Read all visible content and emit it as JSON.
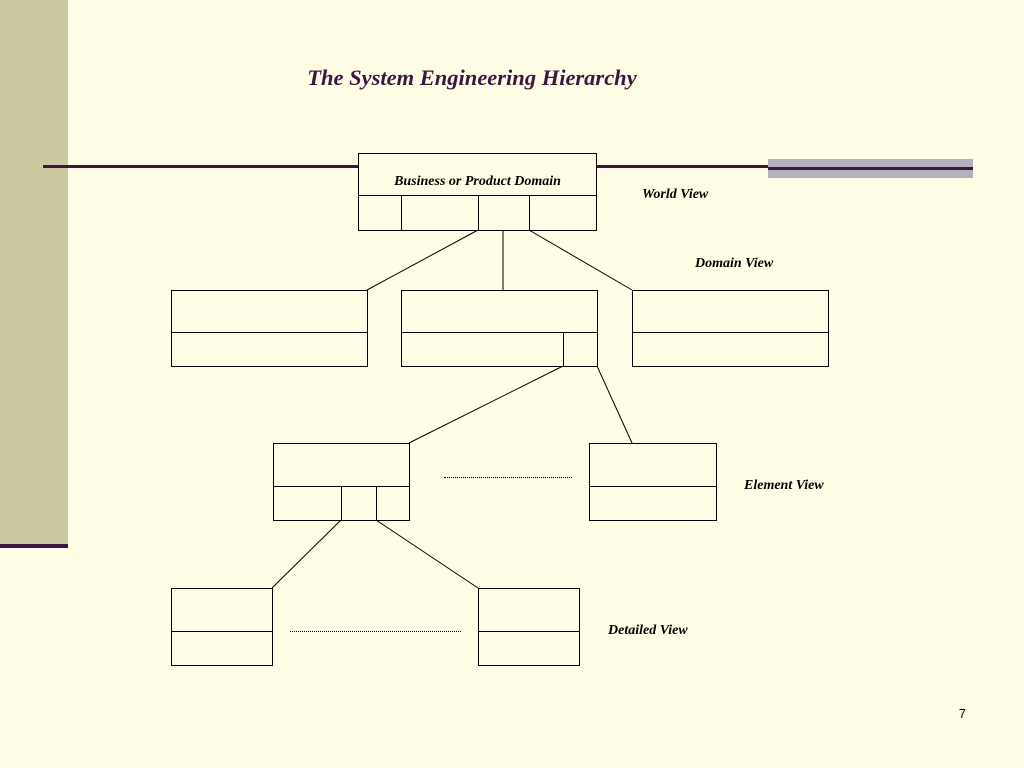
{
  "slide": {
    "title": "The System Engineering Hierarchy",
    "page_number": "7"
  },
  "diagram": {
    "root_label": "Business or Product Domain",
    "levels": {
      "world": "World View",
      "domain": "Domain View",
      "element": "Element View",
      "detailed": "Detailed View"
    }
  },
  "colors": {
    "background": "#FFFDE5",
    "left_band": "#CBC9A0",
    "accent_line": "#3F1541",
    "grey_bar": "#B4B1BC"
  }
}
